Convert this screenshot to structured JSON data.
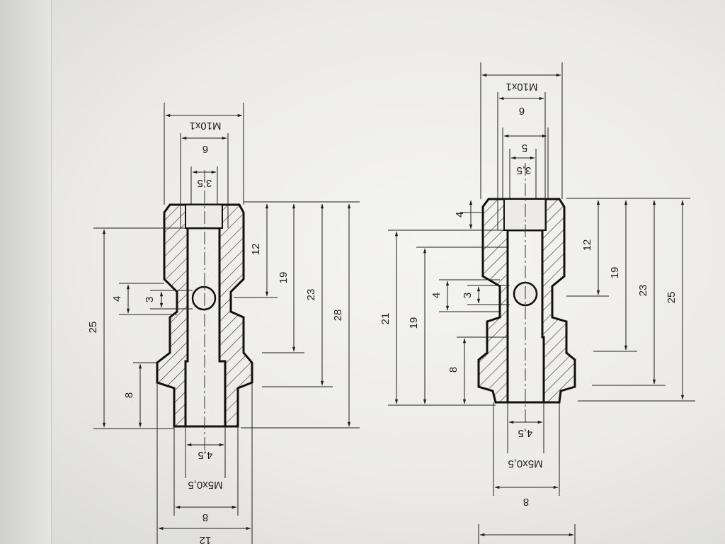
{
  "colors": {
    "ink": "#1e1e1e",
    "paper": "#ecebe9"
  },
  "left_part": {
    "top_dims": [
      "M10x1",
      "6",
      "3,5"
    ],
    "right_dims": [
      "12",
      "19",
      "23",
      "28"
    ],
    "left_dims": [
      "25",
      "8",
      "4",
      "3"
    ],
    "bottom_dims": [
      "4,5",
      "M5x0,5",
      "8",
      "12"
    ]
  },
  "right_part": {
    "top_dims": [
      "M10x1",
      "6",
      "5",
      "3,5",
      "4"
    ],
    "right_dims": [
      "12",
      "19",
      "23",
      "25"
    ],
    "left_dims": [
      "21",
      "19",
      "4",
      "3",
      "8"
    ],
    "bottom_dims": [
      "4,5",
      "M5x0,5",
      "8"
    ]
  }
}
